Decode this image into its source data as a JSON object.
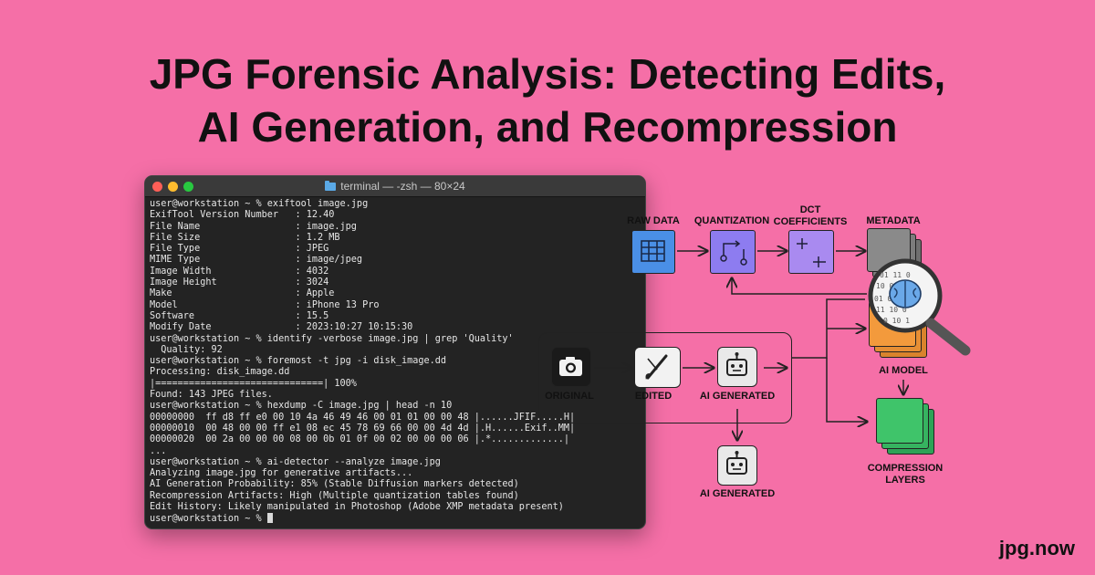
{
  "title": {
    "line1": "JPG Forensic Analysis: Detecting Edits,",
    "line2": "AI Generation, and Recompression"
  },
  "terminal": {
    "window_title": "terminal — -zsh — 80×24",
    "lines": [
      "user@workstation ~ % exiftool image.jpg",
      "ExifTool Version Number   : 12.40",
      "File Name                 : image.jpg",
      "File Size                 : 1.2 MB",
      "File Type                 : JPEG",
      "MIME Type                 : image/jpeg",
      "Image Width               : 4032",
      "Image Height              : 3024",
      "Make                      : Apple",
      "Model                     : iPhone 13 Pro",
      "Software                  : 15.5",
      "Modify Date               : 2023:10:27 10:15:30",
      "user@workstation ~ % identify -verbose image.jpg | grep 'Quality'",
      "  Quality: 92",
      "user@workstation ~ % foremost -t jpg -i disk_image.dd",
      "Processing: disk_image.dd",
      "|==============================| 100%",
      "Found: 143 JPEG files.",
      "user@workstation ~ % hexdump -C image.jpg | head -n 10",
      "00000000  ff d8 ff e0 00 10 4a 46 49 46 00 01 01 00 00 48 |......JFIF.....H|",
      "00000010  00 48 00 00 ff e1 08 ec 45 78 69 66 00 00 4d 4d |.H......Exif..MM|",
      "00000020  00 2a 00 00 00 08 00 0b 01 0f 00 02 00 00 00 06 |.*.............|",
      "...",
      "user@workstation ~ % ai-detector --analyze image.jpg",
      "Analyzing image.jpg for generative artifacts...",
      "AI Generation Probability: 85% (Stable Diffusion markers detected)",
      "Recompression Artifacts: High (Multiple quantization tables found)",
      "Edit History: Likely manipulated in Photoshop (Adobe XMP metadata present)"
    ],
    "prompt": "user@workstation ~ % "
  },
  "diagram": {
    "raw_data": "RAW DATA",
    "quantization": "QUANTIZATION",
    "dct_line1": "DCT",
    "dct_line2": "COEFFICIENTS",
    "metadata": "METADATA",
    "original": "ORIGINAL",
    "edited": "EDITED",
    "ai_generated": "AI GENERATED",
    "ai_generated_2": "AI GENERATED",
    "ai_model": "AI MODEL",
    "compression_line1": "COMPRESSION",
    "compression_line2": "LAYERS",
    "colors": {
      "raw_data": "#4a8fe6",
      "quantization": "#8d7cf0",
      "dct": "#a98af0",
      "metadata": "#8a8a8a",
      "ai_model": "#f39a3c",
      "compression": "#3fc46a"
    }
  },
  "brand": "jpg.now"
}
